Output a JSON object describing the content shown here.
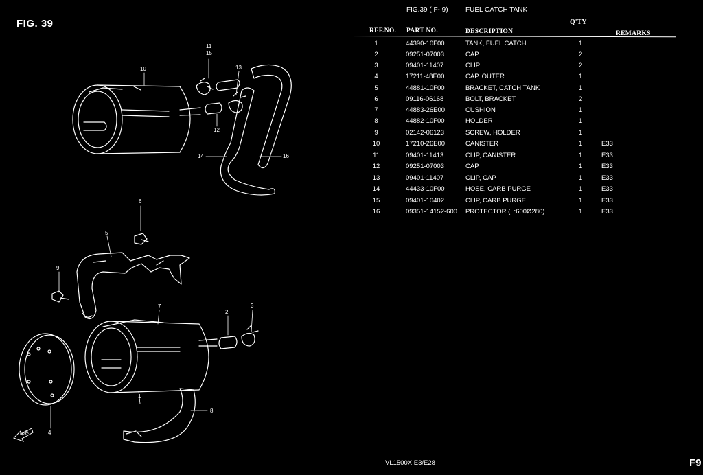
{
  "header": {
    "fig_title": "FIG. 39",
    "fig_ref": "FIG.39 ( F- 9)",
    "fig_name": "FUEL CATCH TANK"
  },
  "table": {
    "columns": {
      "ref_no": "REF.NO.",
      "part_no": "PART NO.",
      "description": "DESCRIPTION",
      "qty": "Q'TY",
      "remarks": "REMARKS"
    },
    "rows": [
      {
        "ref": "1",
        "part": "44390-10F00",
        "desc": "TANK, FUEL CATCH",
        "qty": "1",
        "remarks": ""
      },
      {
        "ref": "2",
        "part": "09251-07003",
        "desc": "CAP",
        "qty": "2",
        "remarks": ""
      },
      {
        "ref": "3",
        "part": "09401-11407",
        "desc": "CLIP",
        "qty": "2",
        "remarks": ""
      },
      {
        "ref": "4",
        "part": "17211-48E00",
        "desc": "CAP, OUTER",
        "qty": "1",
        "remarks": ""
      },
      {
        "ref": "5",
        "part": "44881-10F00",
        "desc": "BRACKET, CATCH TANK",
        "qty": "1",
        "remarks": ""
      },
      {
        "ref": "6",
        "part": "09116-06168",
        "desc": "BOLT, BRACKET",
        "qty": "2",
        "remarks": ""
      },
      {
        "ref": "7",
        "part": "44883-26E00",
        "desc": "CUSHION",
        "qty": "1",
        "remarks": ""
      },
      {
        "ref": "8",
        "part": "44882-10F00",
        "desc": "HOLDER",
        "qty": "1",
        "remarks": ""
      },
      {
        "ref": "9",
        "part": "02142-06123",
        "desc": "SCREW, HOLDER",
        "qty": "1",
        "remarks": ""
      },
      {
        "ref": "10",
        "part": "17210-26E00",
        "desc": "CANISTER",
        "qty": "1",
        "remarks": "E33"
      },
      {
        "ref": "11",
        "part": "09401-11413",
        "desc": "CLIP, CANISTER",
        "qty": "1",
        "remarks": "E33"
      },
      {
        "ref": "12",
        "part": "09251-07003",
        "desc": "CAP",
        "qty": "1",
        "remarks": "E33"
      },
      {
        "ref": "13",
        "part": "09401-11407",
        "desc": "CLIP, CAP",
        "qty": "1",
        "remarks": "E33"
      },
      {
        "ref": "14",
        "part": "44433-10F00",
        "desc": "HOSE, CARB PURGE",
        "qty": "1",
        "remarks": "E33"
      },
      {
        "ref": "15",
        "part": "09401-10402",
        "desc": "CLIP, CARB PURGE",
        "qty": "1",
        "remarks": "E33"
      },
      {
        "ref": "16",
        "part": "09351-14152-600",
        "desc": "PROTECTOR (L:600Ø280)",
        "qty": "1",
        "remarks": "E33"
      }
    ]
  },
  "diagram": {
    "callouts": [
      "1",
      "2",
      "3",
      "4",
      "5",
      "6",
      "7",
      "8",
      "9",
      "10",
      "11",
      "12",
      "13",
      "14",
      "15",
      "16"
    ],
    "arrow_label": "FR"
  },
  "footer": {
    "model": "VL1500X  E3/E28",
    "page": "F9"
  }
}
